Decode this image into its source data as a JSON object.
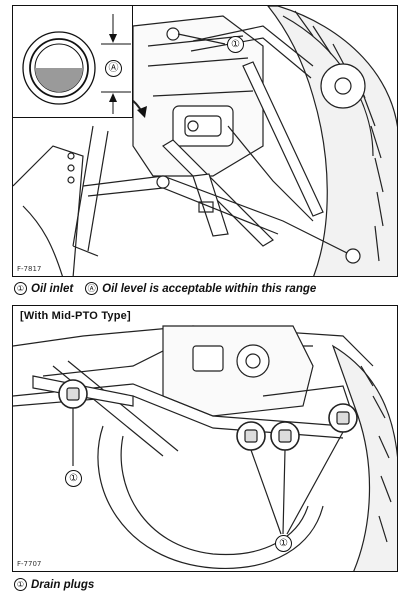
{
  "figure1": {
    "code": "F-7817",
    "inset_callout": "Ⓐ",
    "callout": "①"
  },
  "caption1": {
    "item1_marker": "①",
    "item1_text": "Oil inlet",
    "item2_marker": "Ⓐ",
    "item2_text": "Oil level is acceptable within this range"
  },
  "figure2": {
    "variant_label": "[With Mid-PTO Type]",
    "code": "F-7707",
    "callout_left": "①",
    "callout_bottom": "①"
  },
  "caption2": {
    "item1_marker": "①",
    "item1_text": "Drain plugs"
  },
  "icons": [
    "sight-glass-icon",
    "tractor-illustration",
    "mid-pto-illustration"
  ]
}
